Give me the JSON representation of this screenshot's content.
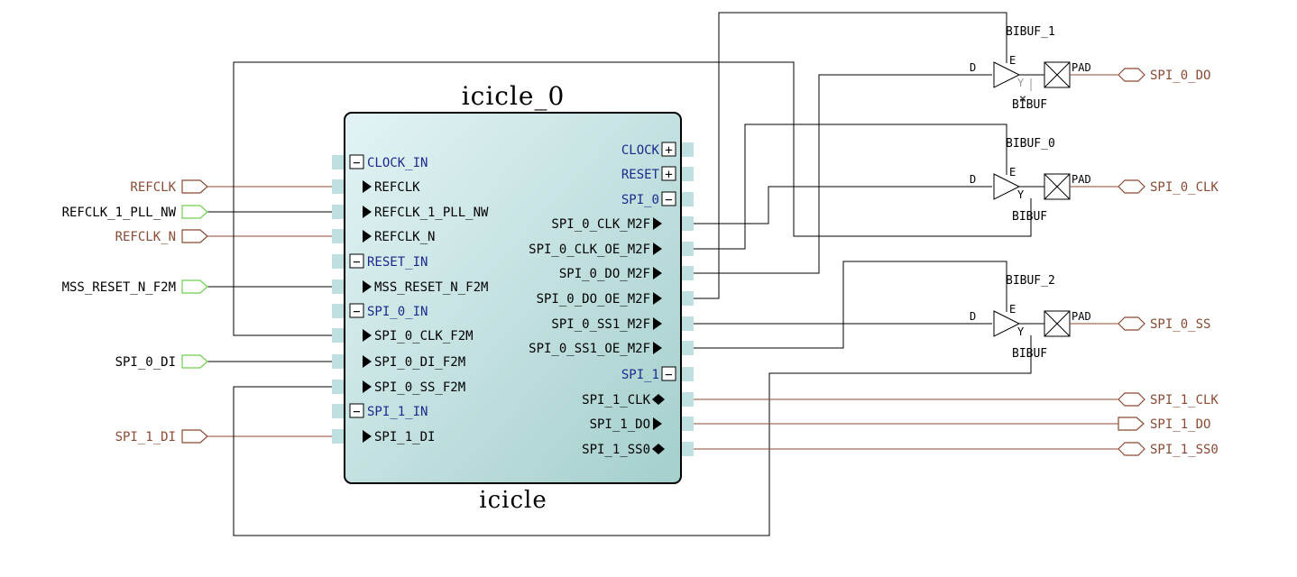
{
  "colors": {
    "wire": "#000000",
    "ext_wire": "#8b4a33",
    "port_red": "#8b4a33",
    "port_green": "#6fcf4f",
    "group_blue": "#1c2a8c",
    "block_fill_top": "#dff1f3",
    "block_fill_bottom": "#a9d3d1",
    "stub": "#bfe0e1",
    "disabled": "#999999"
  },
  "block": {
    "instance": "icicle_0",
    "type": "icicle",
    "left_groups": [
      {
        "label": "CLOCK_IN",
        "toggle": "−",
        "pins": [
          "REFCLK",
          "REFCLK_1_PLL_NW",
          "REFCLK_N"
        ]
      },
      {
        "label": "RESET_IN",
        "toggle": "−",
        "pins": [
          "MSS_RESET_N_F2M"
        ]
      },
      {
        "label": "SPI_0_IN",
        "toggle": "−",
        "pins": [
          "SPI_0_CLK_F2M",
          "SPI_0_DI_F2M",
          "SPI_0_SS_F2M"
        ]
      },
      {
        "label": "SPI_1_IN",
        "toggle": "−",
        "pins": [
          "SPI_1_DI"
        ]
      }
    ],
    "right_groups": [
      {
        "label": "CLOCK",
        "toggle": "+",
        "pins": []
      },
      {
        "label": "RESET",
        "toggle": "+",
        "pins": []
      },
      {
        "label": "SPI_0",
        "toggle": "−",
        "pins": [
          "SPI_0_CLK_M2F",
          "SPI_0_CLK_OE_M2F",
          "SPI_0_DO_M2F",
          "SPI_0_DO_OE_M2F",
          "SPI_0_SS1_M2F",
          "SPI_0_SS1_OE_M2F"
        ]
      },
      {
        "label": "SPI_1",
        "toggle": "−",
        "pins": [
          "SPI_1_CLK",
          "SPI_1_DO",
          "SPI_1_SS0"
        ]
      }
    ]
  },
  "input_ports": [
    {
      "label": "REFCLK",
      "color": "red"
    },
    {
      "label": "REFCLK_1_PLL_NW",
      "color": "green"
    },
    {
      "label": "REFCLK_N",
      "color": "red"
    },
    {
      "label": "MSS_RESET_N_F2M",
      "color": "green"
    },
    {
      "label": "SPI_0_DI",
      "color": "green"
    },
    {
      "label": "SPI_1_DI",
      "color": "red"
    }
  ],
  "output_ports": [
    "SPI_0_DO",
    "SPI_0_CLK",
    "SPI_0_SS",
    "SPI_1_CLK",
    "SPI_1_DO",
    "SPI_1_SS0"
  ],
  "buffers": [
    {
      "instance": "BIBUF_1",
      "type": "BIBUF",
      "pin_d": "D",
      "pin_e": "E",
      "pin_y": "Y",
      "pin_pad": "PAD",
      "y_disconnected": true
    },
    {
      "instance": "BIBUF_0",
      "type": "BIBUF",
      "pin_d": "D",
      "pin_e": "E",
      "pin_y": "Y",
      "pin_pad": "PAD",
      "y_disconnected": false
    },
    {
      "instance": "BIBUF_2",
      "type": "BIBUF",
      "pin_d": "D",
      "pin_e": "E",
      "pin_y": "Y",
      "pin_pad": "PAD",
      "y_disconnected": false
    }
  ]
}
